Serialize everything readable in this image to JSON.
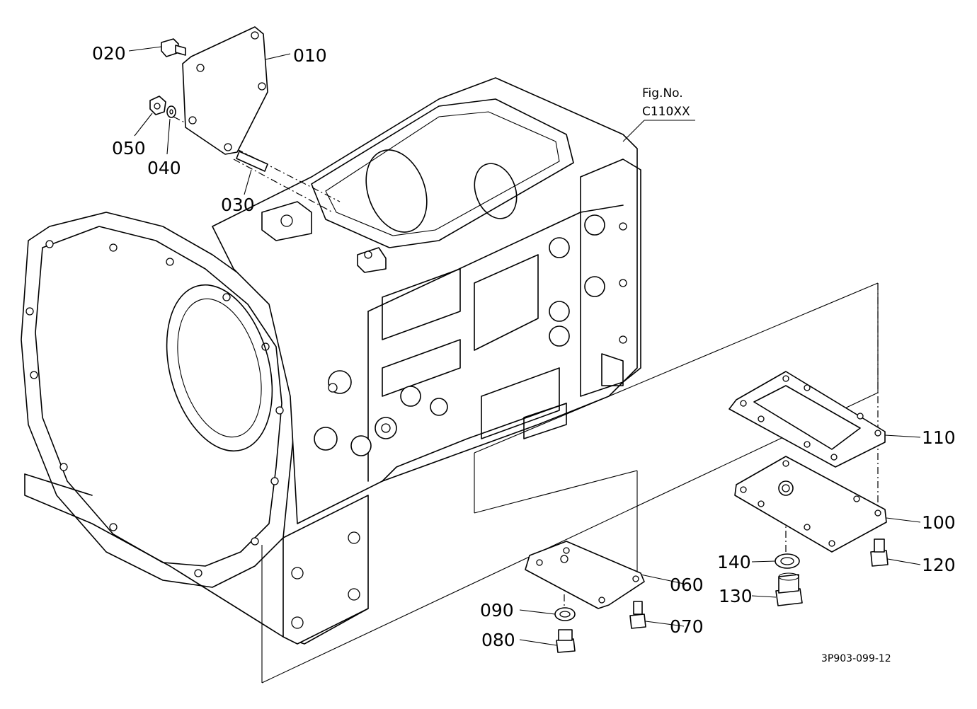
{
  "figure": {
    "fig_no_label": "Fig.No.",
    "fig_no_value": "C110XX",
    "drawing_number": "3P903-099-12"
  },
  "parts": [
    {
      "id": "010"
    },
    {
      "id": "020"
    },
    {
      "id": "030"
    },
    {
      "id": "040"
    },
    {
      "id": "050"
    },
    {
      "id": "060"
    },
    {
      "id": "070"
    },
    {
      "id": "080"
    },
    {
      "id": "090"
    },
    {
      "id": "100"
    },
    {
      "id": "110"
    },
    {
      "id": "120"
    },
    {
      "id": "130"
    },
    {
      "id": "140"
    }
  ]
}
